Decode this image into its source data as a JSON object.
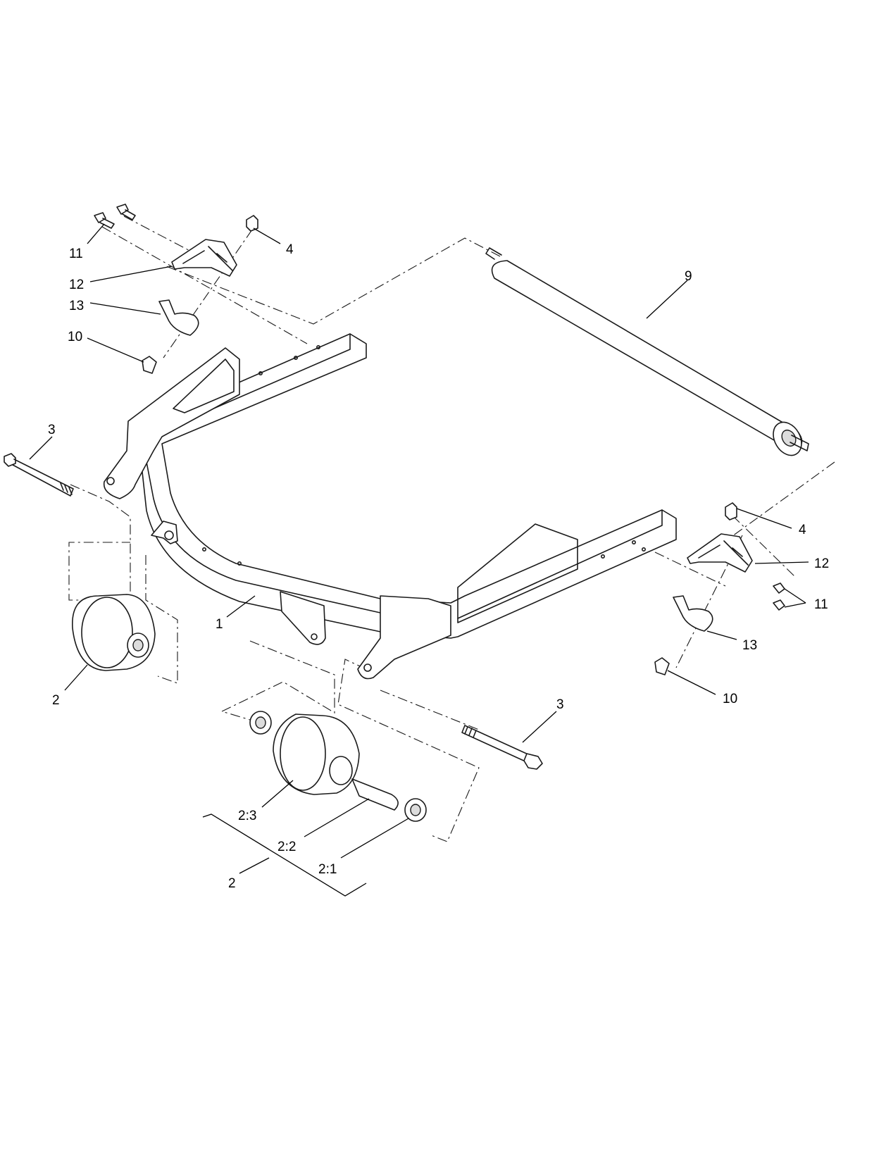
{
  "callouts": {
    "c11_top": "11",
    "c4_top": "4",
    "c12_top": "12",
    "c13_top": "13",
    "c10_top": "10",
    "c9": "9",
    "c3_left": "3",
    "c1": "1",
    "c2_left": "2",
    "c4_right": "4",
    "c12_right": "12",
    "c11_right": "11",
    "c13_right": "13",
    "c10_right": "10",
    "c3_bottom": "3",
    "c2_3": "2:3",
    "c2_2": "2:2",
    "c2_1": "2:1",
    "c2_bracket": "2"
  }
}
